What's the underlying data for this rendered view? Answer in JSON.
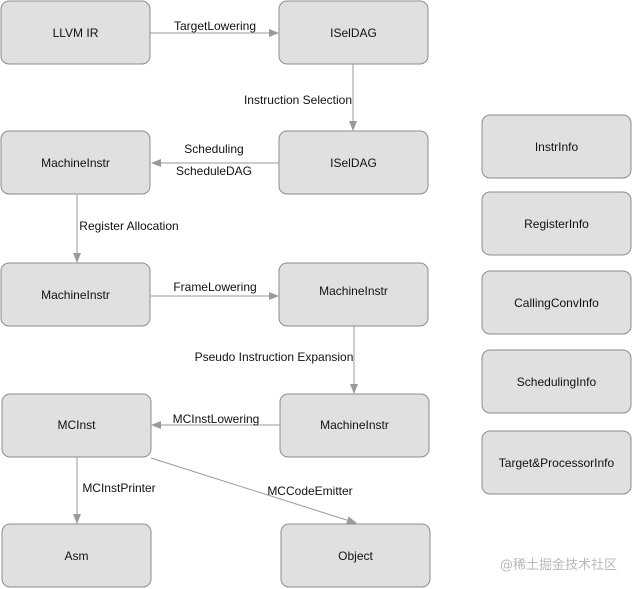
{
  "diagram": {
    "nodes": {
      "llvm_ir": "LLVM IR",
      "iseldag_1": "ISelDAG",
      "iseldag_2": "ISelDAG",
      "machineinstr_1": "MachineInstr",
      "machineinstr_2": "MachineInstr",
      "machineinstr_3": "MachineInstr",
      "machineinstr_4": "MachineInstr",
      "mcinst": "MCInst",
      "asm": "Asm",
      "object": "Object"
    },
    "side_nodes": {
      "instrinfo": "InstrInfo",
      "registerinfo": "RegisterInfo",
      "callingconvinfo": "CallingConvInfo",
      "schedulinginfo": "SchedulingInfo",
      "target_processor_info": "Target&ProcessorInfo"
    },
    "edges": {
      "targetlowering": "TargetLowering",
      "instruction_selection": "Instruction Selection",
      "scheduling": "Scheduling",
      "scheduledag": "ScheduleDAG",
      "register_allocation": "Register Allocation",
      "framelowering": "FrameLowering",
      "pseudo_instruction_expansion": "Pseudo Instruction Expansion",
      "mcinstlowering": "MCInstLowering",
      "mcinstprinter": "MCInstPrinter",
      "mccodeemitter": "MCCodeEmitter"
    }
  },
  "watermark": "@稀土掘金技术社区",
  "colors": {
    "node_fill": "#e0e0e0",
    "node_stroke": "#8c8c8c",
    "edge": "#9a9a9a",
    "text": "#111111",
    "watermark": "#b8b8b8"
  }
}
